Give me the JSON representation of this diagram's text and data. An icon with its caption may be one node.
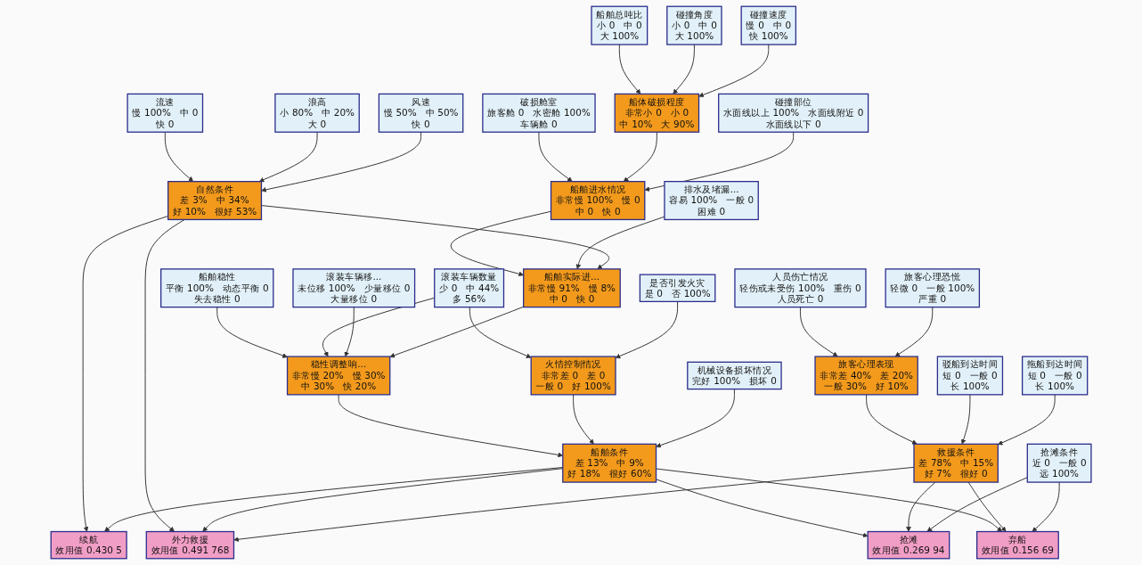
{
  "diagram": {
    "nodes": [
      {
        "text": [
          "船舶总吨比",
          "小 0",
          "中 0",
          "大 100%"
        ]
      },
      {
        "text": [
          "碰撞角度",
          "小 0",
          "中 0",
          "大 100%"
        ]
      },
      {
        "text": [
          "碰撞速度",
          "慢 0",
          "中 0",
          "快 100%"
        ]
      },
      {
        "text": [
          "破损舱室",
          "旅客舱 0",
          "水密舱 100%",
          "车辆舱 0"
        ]
      },
      {
        "text": [
          "船舶稳性",
          "平衡 100%",
          "动态平衡 0",
          "失去稳性 0"
        ]
      },
      {
        "text": [
          "滚装车辆数量",
          "少 0",
          "中 44%",
          "多 56%"
        ]
      },
      {
        "text": [
          "滚装车辆移...",
          "未位移 100%",
          "少量移位 0",
          "大量移位 0"
        ]
      },
      {
        "text": [
          "人员伤亡情况",
          "轻伤或未受伤 100%",
          "重伤 0",
          "人员死亡 0"
        ]
      },
      {
        "text": [
          "旅客心理恐慌",
          "轻微 0",
          "一般 100%",
          "严重 0"
        ]
      },
      {
        "text": [
          "船体破损程度",
          "非常小 0",
          "小 0",
          "中 10%",
          "大 90%"
        ]
      },
      {
        "text": [
          "船舶进水情况",
          "非常慢 100%",
          "慢 0",
          "中 0",
          "快 0"
        ]
      },
      {
        "text": [
          "稳性调整响...",
          "非常慢 20%",
          "慢 30%",
          "中 30%",
          "快 20%"
        ]
      },
      {
        "text": [
          "火情控制情况",
          "非常差 0",
          "差 0",
          "一般 0",
          "好 100%"
        ]
      },
      {
        "text": [
          "旅客心理表现",
          "非常差 40%",
          "差 20%",
          "一般 30%",
          "好 10%"
        ]
      },
      {
        "text": [
          "流速",
          "慢 100%",
          "中 0",
          "快 0"
        ]
      },
      {
        "text": [
          "驳船到达时间",
          "短 0",
          "一般 0",
          "长 100%"
        ]
      },
      {
        "text": [
          "浪高",
          "小 80%",
          "中 20%",
          "大 0"
        ]
      },
      {
        "text": [
          "碰撞部位",
          "水面线以上 100%",
          "水面线附近 0",
          "水面线以下 0"
        ]
      },
      {
        "text": [
          "是否引发火灾",
          "是 0",
          "否 100%"
        ]
      },
      {
        "text": [
          "拖船到达时间",
          "短 0",
          "一般 0",
          "长 100%"
        ]
      },
      {
        "text": [
          "排水及堵漏...",
          "容易 100%",
          "一般 0",
          "困难 0"
        ]
      },
      {
        "text": [
          "船舶实际进...",
          "非常慢 91%",
          "慢 8%",
          "中 0",
          "快 0"
        ]
      },
      {
        "text": [
          "风速",
          "慢 50%",
          "中 50%",
          "快 0"
        ]
      },
      {
        "text": [
          "机械设备损坏情况",
          "完好 100%",
          "损坏 0"
        ]
      },
      {
        "text": [
          "抢滩条件",
          "近 0",
          "一般 0",
          "远 100%"
        ]
      },
      {
        "text": [
          "自然条件",
          "差 3%",
          "中 34%",
          "好 10%",
          "很好 53%"
        ]
      },
      {
        "text": [
          "船舶条件",
          "差 13%",
          "中 9%",
          "好 18%",
          "很好 60%"
        ]
      },
      {
        "text": [
          "救援条件",
          "差 78%",
          "中 15%",
          "好 7%",
          "很好 0"
        ]
      },
      {
        "text": [
          "续航",
          "效用值 0.430 5"
        ]
      },
      {
        "text": [
          "外力救援",
          "效用值 0.491 768"
        ]
      },
      {
        "text": [
          "抢滩",
          "效用值 0.269 94"
        ]
      },
      {
        "text": [
          "弃船",
          "效用值 0.156 69"
        ]
      }
    ],
    "edges": [
      {
        "from": 0,
        "to": 9,
        "arrow": "to"
      },
      {
        "from": 1,
        "to": 9,
        "arrow": "to"
      },
      {
        "from": 2,
        "to": 9,
        "arrow": "to"
      },
      {
        "from": 3,
        "to": 10,
        "arrow": "to"
      },
      {
        "from": 9,
        "to": 10,
        "arrow": "to"
      },
      {
        "from": 17,
        "to": 10,
        "arrow": "to"
      },
      {
        "from": 4,
        "to": 11,
        "arrow": "to"
      },
      {
        "from": 5,
        "to": 11,
        "arrow": "to"
      },
      {
        "from": 6,
        "to": 11,
        "arrow": "to"
      },
      {
        "from": 5,
        "to": 12,
        "arrow": "to"
      },
      {
        "from": 7,
        "to": 13,
        "arrow": "to"
      },
      {
        "from": 8,
        "to": 13,
        "arrow": "to"
      },
      {
        "from": 10,
        "to": 21,
        "arrow": "to"
      },
      {
        "from": 21,
        "to": 11,
        "arrow": "to"
      },
      {
        "from": 18,
        "to": 12,
        "arrow": "to"
      },
      {
        "from": 20,
        "to": 21,
        "arrow": "to"
      },
      {
        "from": 25,
        "to": 21,
        "arrow": "to"
      },
      {
        "from": 14,
        "to": 25,
        "arrow": "to"
      },
      {
        "from": 16,
        "to": 25,
        "arrow": "to"
      },
      {
        "from": 22,
        "to": 25,
        "arrow": "to"
      },
      {
        "from": 11,
        "to": 26,
        "arrow": "to"
      },
      {
        "from": 12,
        "to": 26,
        "arrow": "to"
      },
      {
        "from": 23,
        "to": 26,
        "arrow": "to"
      },
      {
        "from": 13,
        "to": 27,
        "arrow": "to"
      },
      {
        "from": 15,
        "to": 27,
        "arrow": "to"
      },
      {
        "from": 19,
        "to": 27,
        "arrow": "to"
      },
      {
        "from": 25,
        "to": 28,
        "arrow": "to"
      },
      {
        "from": 25,
        "to": 29,
        "arrow": "to"
      },
      {
        "from": 26,
        "to": 28,
        "arrow": "to"
      },
      {
        "from": 26,
        "to": 29,
        "arrow": "to"
      },
      {
        "from": 27,
        "to": 29,
        "arrow": "to"
      },
      {
        "from": 26,
        "to": 30,
        "arrow": "to"
      },
      {
        "from": 27,
        "to": 30,
        "arrow": "to"
      },
      {
        "from": 24,
        "to": 30,
        "arrow": "to"
      },
      {
        "from": 26,
        "to": 31,
        "arrow": "to"
      },
      {
        "from": 27,
        "to": 31,
        "arrow": "to"
      },
      {
        "from": 24,
        "to": 31,
        "arrow": "to"
      }
    ]
  }
}
